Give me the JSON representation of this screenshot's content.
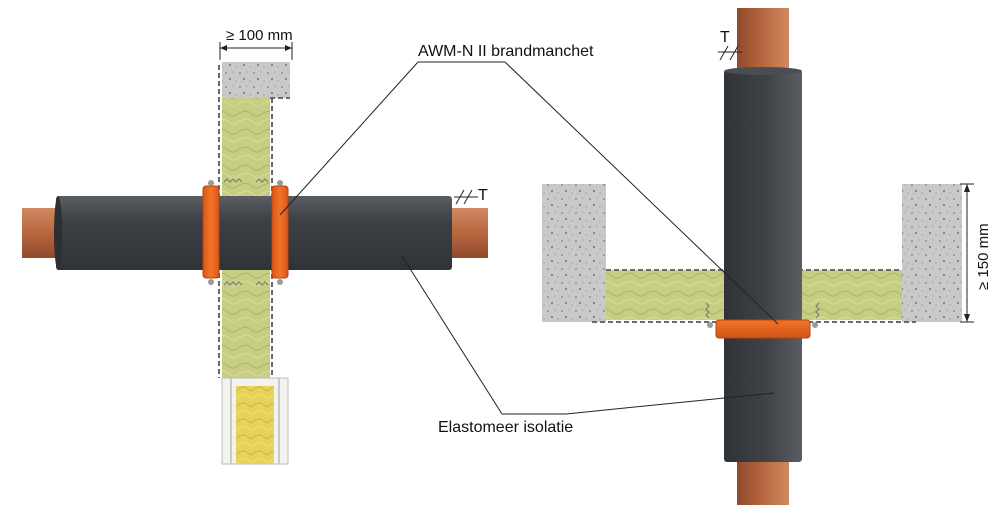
{
  "labels": {
    "collar": "AWM-N II brandmanchet",
    "insulation": "Elastomeer isolatie",
    "wall_min": "≥ 100 mm",
    "floor_min": "≥ 150 mm",
    "thickness_left": "T",
    "thickness_right": "T"
  },
  "colors": {
    "copper": "#b8673f",
    "insulation": "#3f4348",
    "collar": "#f06a22",
    "wool": "#c8cf83",
    "concrete": "#c8c8c8",
    "board": "#f2f2ef"
  }
}
